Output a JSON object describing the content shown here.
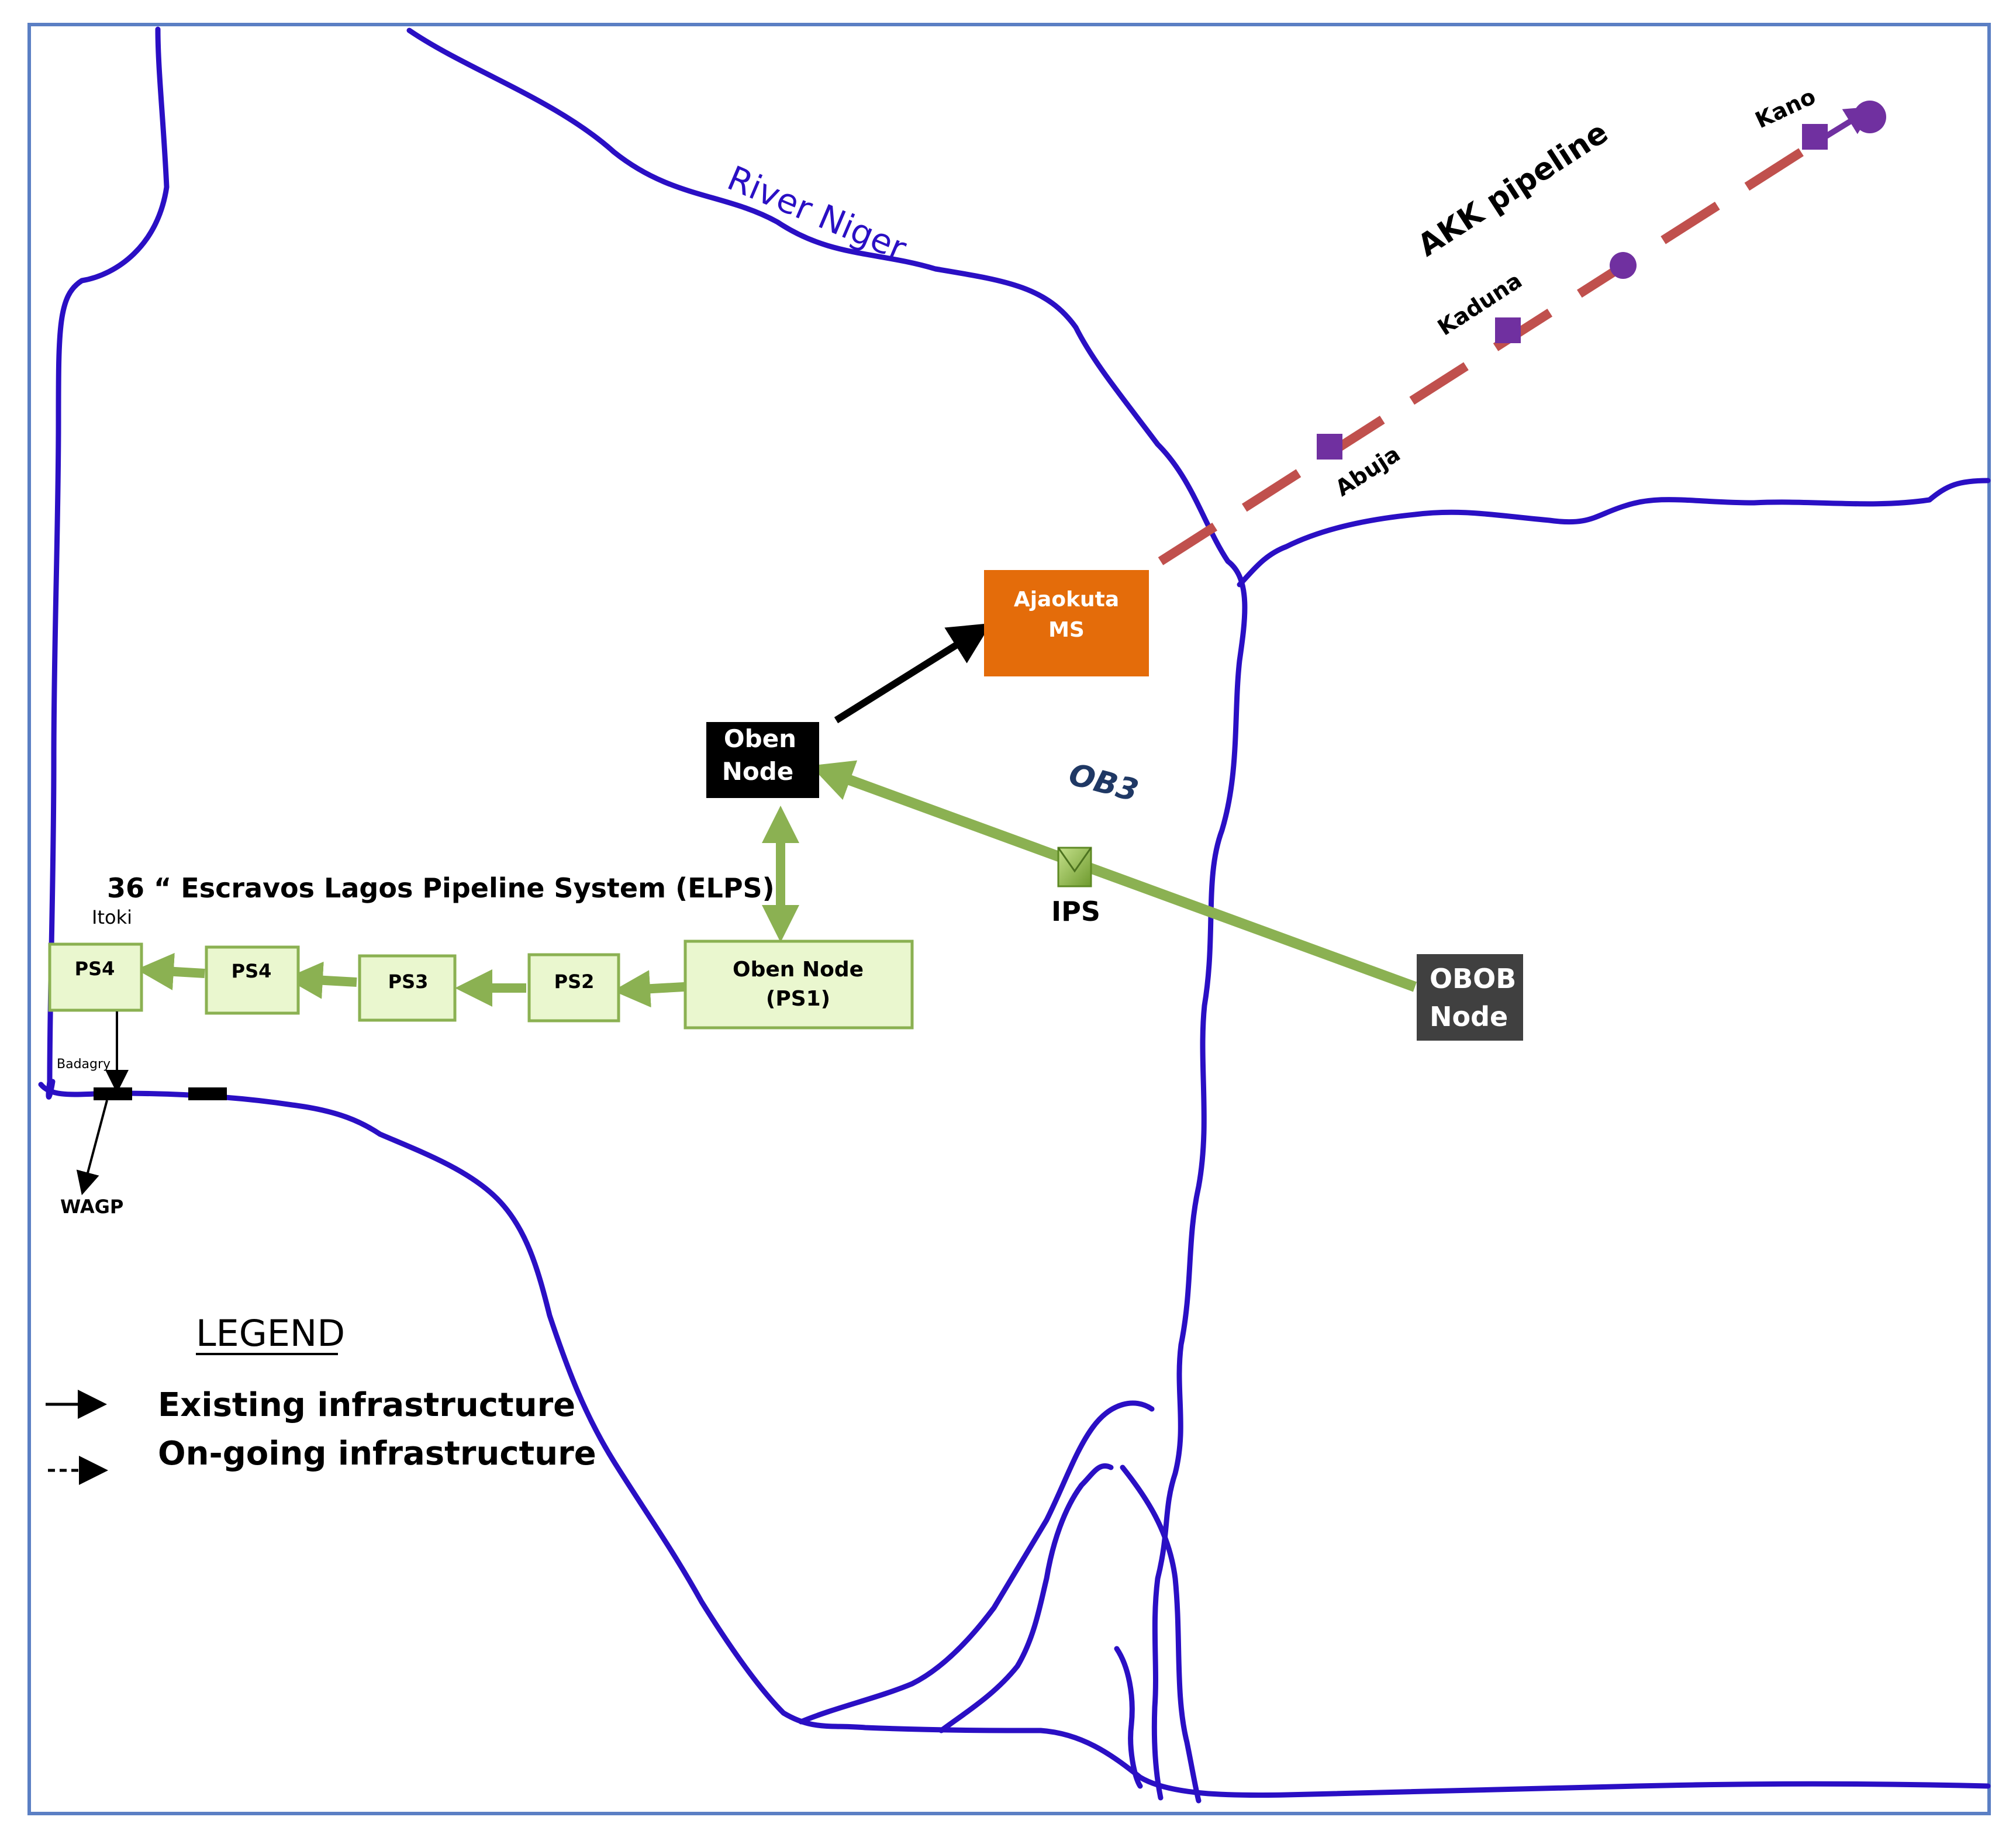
{
  "river_label": "River Niger",
  "akk": {
    "title": "AKK pipeline",
    "cities": [
      "Abuja",
      "Kaduna",
      "Kano"
    ]
  },
  "ob3_label": "OB3",
  "ips_label": "IPS",
  "elps_title": "36 “ Escravos Lagos Pipeline System (ELPS)",
  "nodes": {
    "ajaokuta": {
      "line1": "Ajaokuta",
      "line2": "MS"
    },
    "oben": {
      "line1": "Oben",
      "line2": "Node"
    },
    "obob": {
      "line1": "OBOB",
      "line2": "Node"
    }
  },
  "stations": {
    "ps1": {
      "line1": "Oben Node",
      "line2": "(PS1)"
    },
    "ps2": "PS2",
    "ps3": "PS3",
    "ps4a": "PS4",
    "ps4b": "PS4"
  },
  "places": {
    "itoki": "Itoki",
    "badagry": "Badagry",
    "wagp": "WAGP"
  },
  "legend": {
    "title": "LEGEND",
    "existing": "Existing infrastructure",
    "ongoing": "On-going infrastructure"
  },
  "colors": {
    "river": "#2A0FC4",
    "elps_green": "#8BB152",
    "box_green_fill": "#EAF7CF",
    "akk_red": "#C0504D",
    "akk_purple": "#7030A0",
    "ajaokuta_orange": "#E46C0A",
    "obob_gray": "#404040",
    "ob3_navy": "#1F3864"
  }
}
